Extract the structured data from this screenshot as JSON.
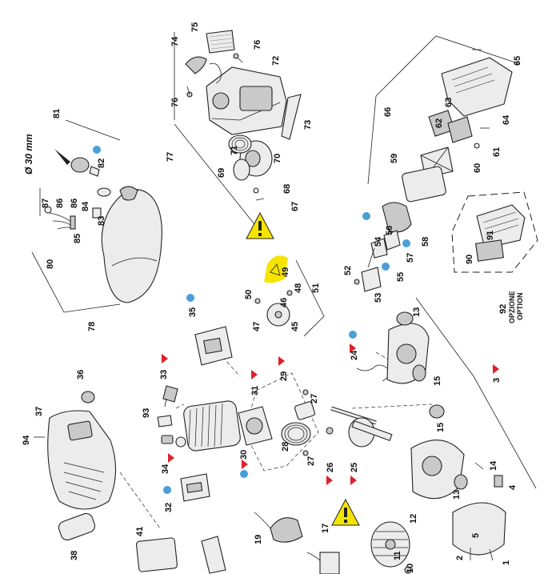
{
  "colors": {
    "dot_marker": "#4a9fd8",
    "triangle_marker": "#e0202a",
    "highlight": "#f5e400",
    "warning_fill": "#f5e400",
    "line": "#222222",
    "part_fill": "#ececec"
  },
  "diameter_label": "Ø 30 mm",
  "option_label_line1": "OPZIONE",
  "option_label_line2": "OPTION",
  "warning_icon": "warning-triangle-icon",
  "part_numbers": {
    "n1": "1",
    "n2": "2",
    "n3": "3",
    "n4": "4",
    "n5": "5",
    "n10": "10",
    "n11": "11",
    "n12": "12",
    "n13a": "13",
    "n13b": "13",
    "n14": "14",
    "n15a": "15",
    "n15b": "15",
    "n17": "17",
    "n19": "19",
    "n24": "24",
    "n25": "25",
    "n26": "26",
    "n27a": "27",
    "n27b": "27",
    "n28": "28",
    "n29": "29",
    "n30": "30",
    "n31": "31",
    "n32": "32",
    "n33": "33",
    "n34": "34",
    "n35": "35",
    "n36": "36",
    "n37": "37",
    "n38": "38",
    "n41": "41",
    "n45": "45",
    "n46": "46",
    "n47": "47",
    "n48": "48",
    "n49": "49",
    "n50": "50",
    "n51": "51",
    "n52": "52",
    "n53": "53",
    "n54": "54",
    "n55": "55",
    "n56": "56",
    "n57": "57",
    "n58": "58",
    "n59": "59",
    "n60": "60",
    "n61": "61",
    "n62": "62",
    "n63": "63",
    "n64": "64",
    "n65": "65",
    "n66": "66",
    "n67": "67",
    "n68": "68",
    "n69": "69",
    "n70": "70",
    "n71": "71",
    "n72": "72",
    "n73": "73",
    "n74": "74",
    "n75": "75",
    "n76a": "76",
    "n76b": "76",
    "n77": "77",
    "n78": "78",
    "n80": "80",
    "n81": "81",
    "n82": "82",
    "n83": "83",
    "n84": "84",
    "n85": "85",
    "n86a": "86",
    "n86b": "86",
    "n87": "87",
    "n90": "90",
    "n91": "91",
    "n92": "92",
    "n93": "93",
    "n94": "94"
  },
  "markers": {
    "dot": [
      "82",
      "35",
      "24",
      "56",
      "57",
      "55",
      "30",
      "32"
    ],
    "triangle": [
      "33",
      "31",
      "29",
      "24",
      "3",
      "30",
      "34",
      "26",
      "25"
    ]
  }
}
